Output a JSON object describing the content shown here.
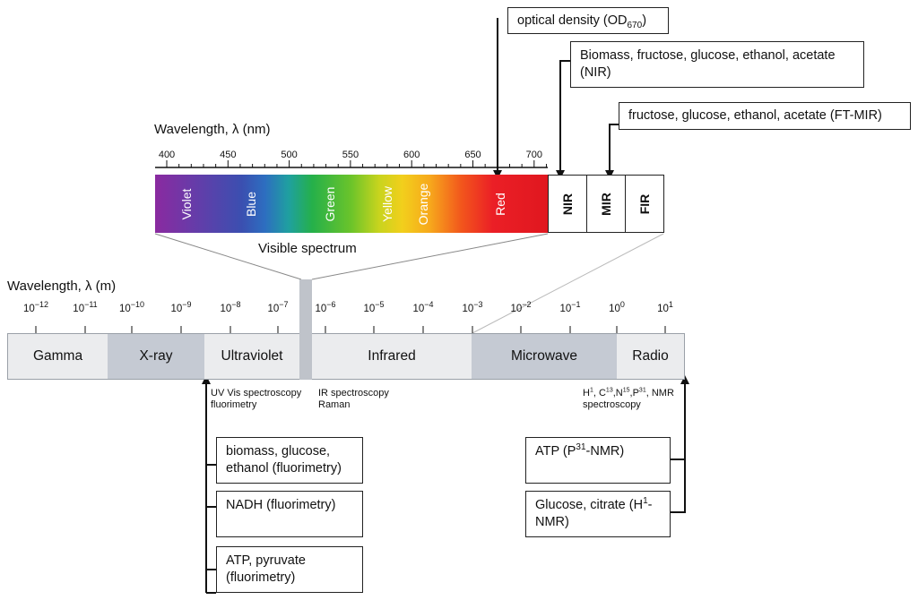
{
  "nm_axis": {
    "title": "Wavelength, λ (nm)",
    "ticks": [
      "400",
      "450",
      "500",
      "550",
      "600",
      "650",
      "700"
    ]
  },
  "visible": {
    "colors": [
      "Violet",
      "Blue",
      "Green",
      "Yellow",
      "Orange",
      "Red"
    ],
    "caption": "Visible spectrum"
  },
  "ir_boxes": [
    "NIR",
    "MIR",
    "FIR"
  ],
  "m_axis": {
    "title": "Wavelength, λ (m)",
    "ticks": [
      {
        "base": "10",
        "exp": "−12"
      },
      {
        "base": "10",
        "exp": "−11"
      },
      {
        "base": "10",
        "exp": "−10"
      },
      {
        "base": "10",
        "exp": "−9"
      },
      {
        "base": "10",
        "exp": "−8"
      },
      {
        "base": "10",
        "exp": "−7"
      },
      {
        "base": "10",
        "exp": "−6"
      },
      {
        "base": "10",
        "exp": "−5"
      },
      {
        "base": "10",
        "exp": "−4"
      },
      {
        "base": "10",
        "exp": "−3"
      },
      {
        "base": "10",
        "exp": "−2"
      },
      {
        "base": "10",
        "exp": "−1"
      },
      {
        "base": "10",
        "exp": "0"
      },
      {
        "base": "10",
        "exp": "1"
      }
    ]
  },
  "bands": [
    "Gamma",
    "X-ray",
    "Ultraviolet",
    "Infrared",
    "Microwave",
    "Radio"
  ],
  "top_boxes": {
    "od": {
      "text": "optical density (OD",
      "sub": "670",
      "end": ")"
    },
    "nir": "Biomass, fructose, glucose, ethanol, acetate (NIR)",
    "mir": "fructose, glucose, ethanol, acetate (FT-MIR)"
  },
  "notes": {
    "uv": "UV Vis spectroscopy fluorimetry",
    "ir": "IR spectroscopy Raman",
    "nmr": {
      "h": "H",
      "s1": "1",
      "c": ", C",
      "s2": "13",
      "n": ",N",
      "s3": "15",
      "p": ",P",
      "s4": "31",
      "rest": ", NMR spectroscopy"
    }
  },
  "left_boxes": [
    "biomass, glucose, ethanol (fluorimetry)",
    "NADH (fluorimetry)",
    "ATP, pyruvate (fluorimetry)"
  ],
  "right_boxes": {
    "atp": {
      "a": "ATP (P",
      "sup": "31",
      "b": "-NMR)"
    },
    "glc": {
      "a": "Glucose, citrate (H",
      "sup": "1",
      "b": "-NMR)"
    }
  },
  "colors": {
    "band_light": "#ebecee",
    "band_dark": "#c5cad3",
    "visible_slot": "#bfc3ca"
  }
}
